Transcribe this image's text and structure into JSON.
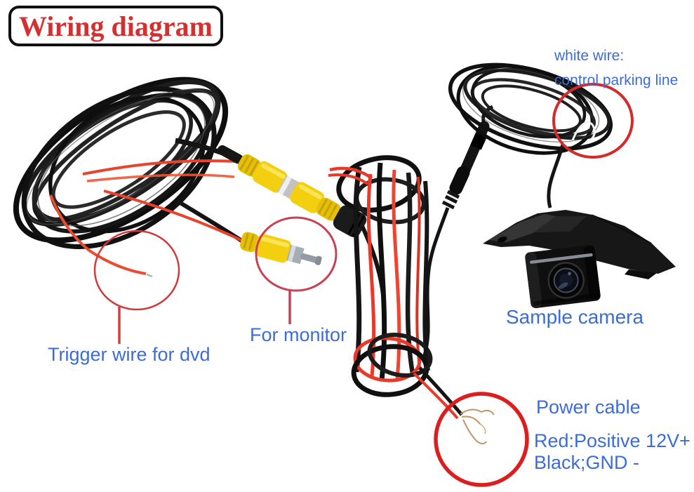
{
  "title": "Wiring diagram",
  "annotations": {
    "white_wire": {
      "line1": "white wire:",
      "line2": "control parking line"
    },
    "trigger": "Trigger wire for dvd",
    "monitor": "For monitor",
    "camera": "Sample camera",
    "power_title": "Power cable",
    "power_line1": "Red:Positive 12V+",
    "power_line2": "Black;GND -"
  },
  "colors": {
    "title_text": "#d62f2f",
    "title_border": "#101010",
    "label_blue": "#3c6cd4",
    "annotation_circle_red": "#d43434",
    "pointer_line_red": "#d04040",
    "cable_black": "#141414",
    "wire_red": "#e8432c",
    "rca_yellow": "#f4cf10",
    "connector_silver": "#c2c2c2",
    "copper_strands": "#bf9468",
    "white_wire": "#f2f2f2",
    "background": "#ffffff"
  }
}
